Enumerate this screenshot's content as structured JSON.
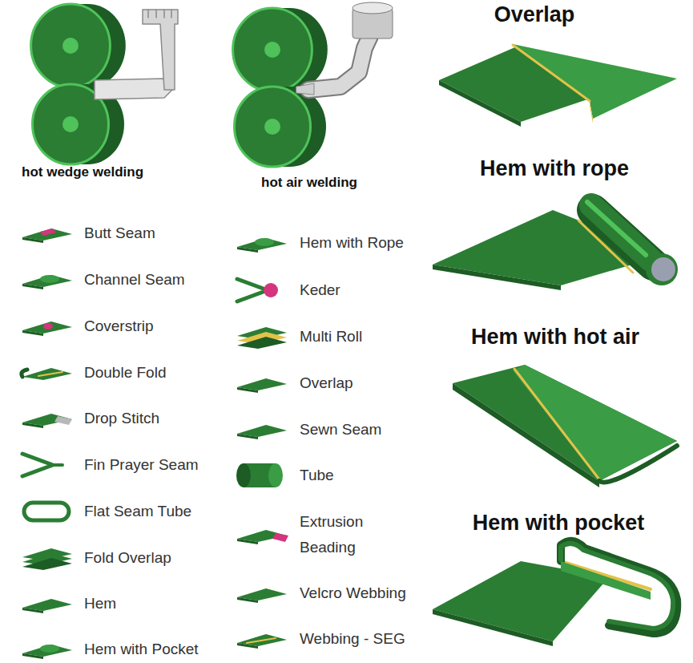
{
  "diagram": {
    "labels": [
      "hot wedge welding",
      "hot air welding",
      "Overlap",
      "Hem with rope",
      "Hem with hot air",
      "Hem with pocket",
      "Butt Seam",
      "Channel Seam",
      "Coverstrip",
      "Double Fold",
      "Drop Stitch",
      "Fin Prayer Seam",
      "Flat Seam Tube",
      "Fold Overlap",
      "Hem",
      "Hem with Pocket",
      "Hem with Rope",
      "Keder",
      "Multi Roll",
      "Overlap",
      "Sewn Seam",
      "Tube",
      "Extrusion Beading",
      "Velcro Webbing",
      "Webbing - SEG"
    ]
  }
}
